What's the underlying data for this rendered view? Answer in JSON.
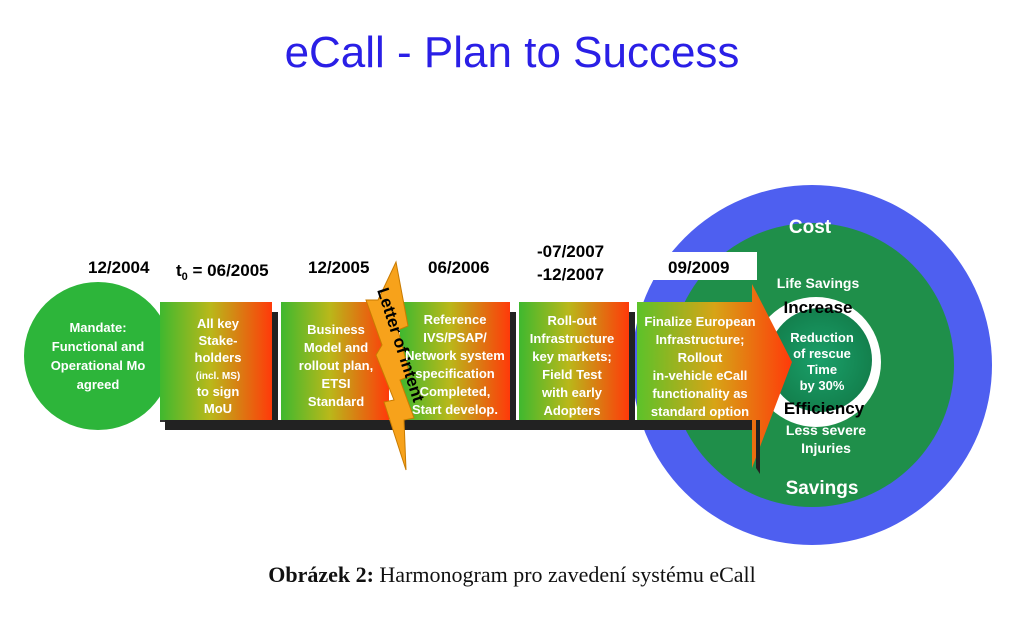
{
  "title": "eCall - Plan to Success",
  "colors": {
    "title": "#2a1fe6",
    "green": "#2db53a",
    "orange": "#ff4a10",
    "blue": "#4e5ff0",
    "dark_green": "#1f8f4a"
  },
  "milestones": [
    {
      "date": "12/2004",
      "lines": [
        "Mandate:",
        "Functional and",
        "Operational Mo",
        "agreed"
      ]
    },
    {
      "date_prefix": "t",
      "date_sub": "0",
      "date_rest": " = 06/2005",
      "lines": [
        "All key",
        "Stake-",
        "holders",
        "(incl. MS)",
        "to sign",
        "MoU"
      ]
    },
    {
      "date": "12/2005",
      "lines": [
        "Business",
        "Model and",
        "rollout plan,",
        "ETSI",
        "Standard"
      ]
    },
    {
      "date": "06/2006",
      "lines": [
        "Reference",
        "IVS/PSAP/",
        "Network system",
        "specification",
        "Completed,",
        "Start develop."
      ]
    },
    {
      "date_line1": "-07/2007",
      "date_line2": "-12/2007",
      "lines": [
        "Roll-out",
        "Infrastructure",
        "key markets;",
        "Field Test",
        "with early",
        "Adopters"
      ]
    },
    {
      "date": "09/2009",
      "lines": [
        "Finalize European",
        "Infrastructure;",
        "Rollout",
        "in-vehicle eCall",
        "functionality as",
        "standard option"
      ]
    }
  ],
  "letter_of_intent": "Letter of Intent",
  "target": {
    "outer_top": "Cost",
    "outer_bottom": "Savings",
    "middle_top": "Life Savings",
    "middle_bottom_1": "Less severe",
    "middle_bottom_2": "Injuries",
    "ring_top": "Increase",
    "ring_bottom": "Efficiency",
    "center_lines": [
      "Reduction",
      "of rescue",
      "Time",
      "by 30%"
    ]
  },
  "caption_bold": "Obrázek 2:",
  "caption_rest": " Harmonogram pro zavedení systému eCall"
}
